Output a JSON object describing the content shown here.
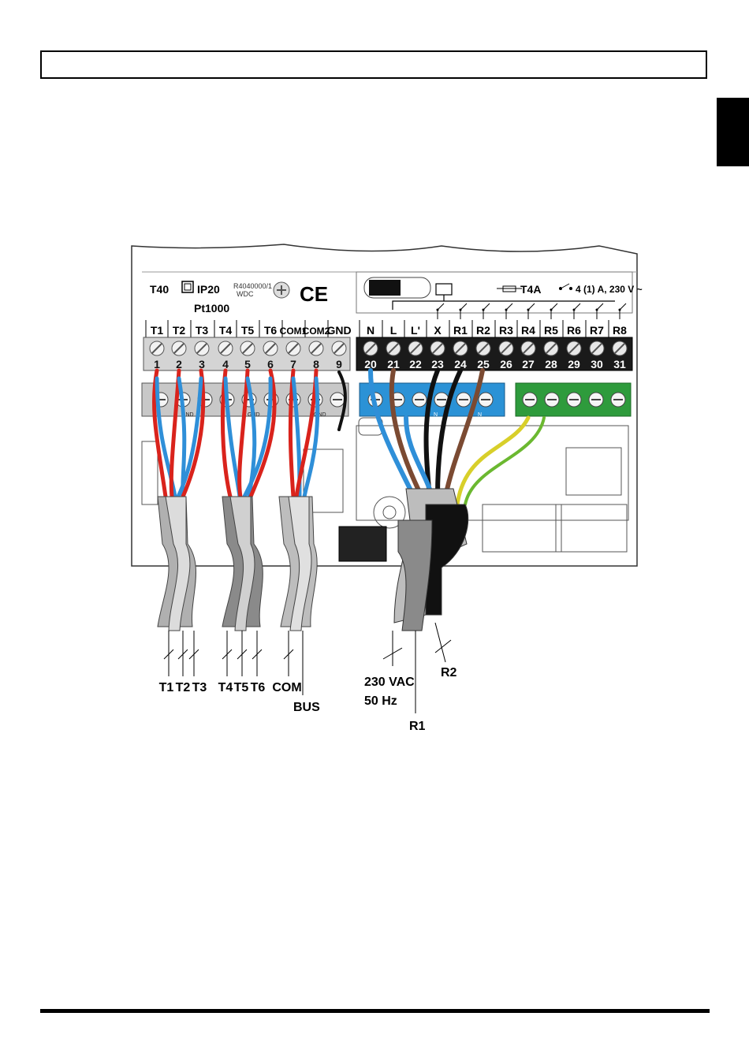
{
  "page": {
    "colors": {
      "ink": "#000000",
      "wire_red": "#d9231c",
      "wire_blue": "#2f8fd8",
      "wire_brown": "#7b4a32",
      "terminal_blue": "#2b92d6",
      "terminal_green": "#2e9b3c",
      "terminal_black": "#1a1a1a"
    }
  },
  "device": {
    "model": "T40",
    "protection": "IP20",
    "code_line1": "R4040000/1",
    "code_line2": "WDC",
    "ce": "CE",
    "fuse": "T4A",
    "relay_rating": "4 (1) A, 230 V ~",
    "sensor_type": "Pt1000"
  },
  "terminal_labels": [
    "T1",
    "T2",
    "T3",
    "T4",
    "T5",
    "T6",
    "COM1",
    "COM2",
    "GND",
    "N",
    "L",
    "L'",
    "X",
    "R1",
    "R2",
    "R3",
    "R4",
    "R5",
    "R6",
    "R7",
    "R8"
  ],
  "terminal_numbers": [
    "1",
    "2",
    "3",
    "4",
    "5",
    "6",
    "7",
    "8",
    "9",
    "20",
    "21",
    "22",
    "23",
    "24",
    "25",
    "26",
    "27",
    "28",
    "29",
    "30",
    "31"
  ],
  "lower_block_marks": {
    "gnd": "GND",
    "n": "N"
  },
  "cable_labels": [
    "T1",
    "T2",
    "T3",
    "T4",
    "T5",
    "T6",
    "COM"
  ],
  "bus_label": "BUS",
  "power_label_line1": "230 VAC",
  "power_label_line2": "50 Hz",
  "r1_label": "R1",
  "r2_label": "R2"
}
